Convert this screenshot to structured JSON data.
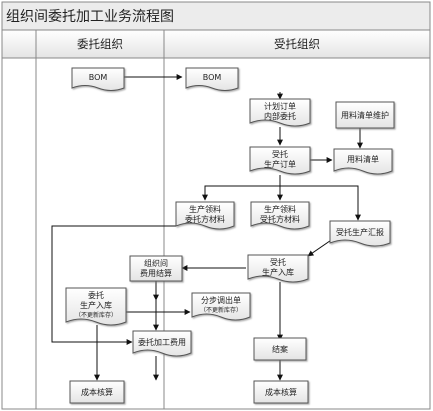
{
  "diagram": {
    "title": "组织间委托加工业务流程图",
    "lanes": [
      {
        "id": "left",
        "label": "委托组织"
      },
      {
        "id": "right",
        "label": "受托组织"
      }
    ],
    "nodes": {
      "bom_left": {
        "lines": [
          "BOM"
        ],
        "shape": "doc"
      },
      "bom_right": {
        "lines": [
          "BOM"
        ],
        "shape": "doc"
      },
      "plan_order": {
        "lines": [
          "计划订单",
          "内部委托"
        ],
        "shape": "doc"
      },
      "bom_maint": {
        "lines": [
          "用料清单维护"
        ],
        "shape": "rect"
      },
      "entrust_po": {
        "lines": [
          "受托",
          "生产订单"
        ],
        "shape": "doc"
      },
      "bom_list": {
        "lines": [
          "用料清单"
        ],
        "shape": "doc"
      },
      "pick_entrust": {
        "lines": [
          "生产领料",
          "委托方材料"
        ],
        "shape": "doc"
      },
      "pick_receiver": {
        "lines": [
          "生产领料",
          "受托方材料"
        ],
        "shape": "doc"
      },
      "prod_summary": {
        "lines": [
          "受托生产汇报"
        ],
        "shape": "doc"
      },
      "inter_fee": {
        "lines": [
          "组织间",
          "费用结算"
        ],
        "shape": "rect"
      },
      "entrust_stockin": {
        "lines": [
          "受托",
          "生产入库"
        ],
        "shape": "doc"
      },
      "left_stockin": {
        "lines": [
          "委托",
          "生产入库",
          "（不更新库存）"
        ],
        "shape": "doc"
      },
      "transfer_out": {
        "lines": [
          "分步调出单",
          "（不更新库存）"
        ],
        "shape": "doc"
      },
      "process_fee": {
        "lines": [
          "委托加工费用"
        ],
        "shape": "doc"
      },
      "close": {
        "lines": [
          "结案"
        ],
        "shape": "rect"
      },
      "cost_left": {
        "lines": [
          "成本核算"
        ],
        "shape": "rect"
      },
      "cost_right": {
        "lines": [
          "成本核算"
        ],
        "shape": "rect"
      }
    }
  }
}
